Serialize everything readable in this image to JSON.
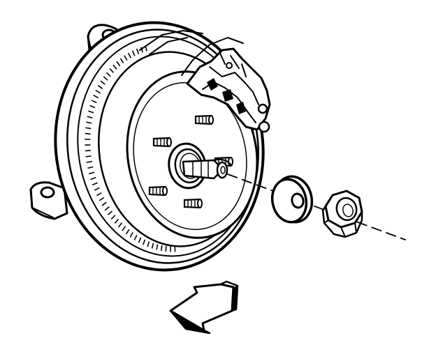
{
  "figure": {
    "kind": "exploded technical line drawing",
    "ink_color": "#000000",
    "background_color": "#ffffff",
    "parts": [
      "hub-rotor-assembly",
      "wheel-stud",
      "axle-shaft",
      "washer",
      "hex-nut",
      "alignment-centerline",
      "direction-arrow"
    ],
    "stud_count": 5,
    "text_labels": []
  }
}
